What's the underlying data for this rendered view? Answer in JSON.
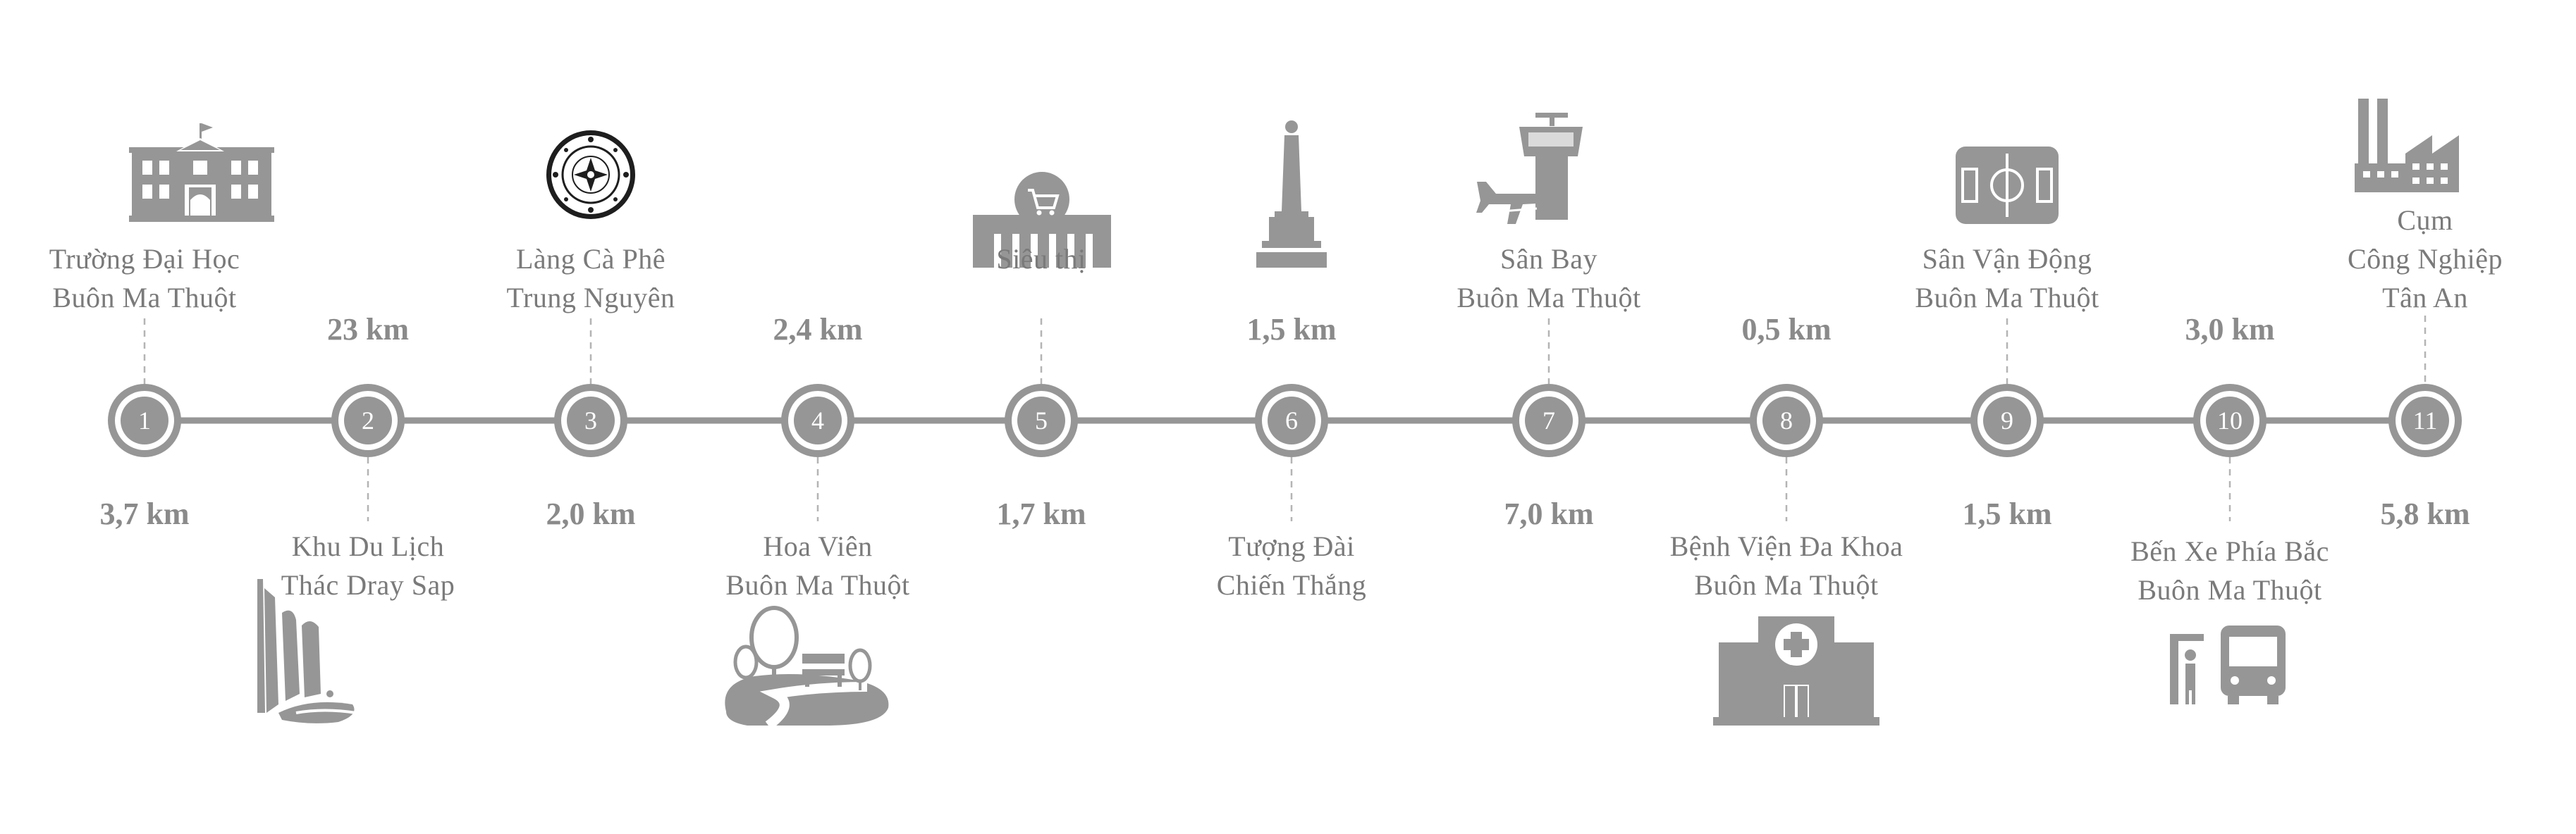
{
  "colors": {
    "primary": "#969696",
    "dark": "#8e8e8e",
    "text": "#7a7a7a",
    "ring_inner": "#ffffff"
  },
  "stops": [
    {
      "number": "1",
      "lines": [
        "Trường Đại Học",
        "Buôn Ma Thuột"
      ],
      "icon": "university-building-icon"
    },
    {
      "number": "2",
      "lines": [
        "Khu Du Lịch",
        "Thác Dray Sap"
      ],
      "icon": "waterfall-icon"
    },
    {
      "number": "3",
      "lines": [
        "Làng Cà Phê",
        "Trung Nguyên"
      ],
      "icon": "coffee-village-logo-icon"
    },
    {
      "number": "4",
      "lines": [
        "Hoa Viên",
        "Buôn Ma Thuột"
      ],
      "icon": "park-icon"
    },
    {
      "number": "5",
      "lines": [
        "Siêu thị"
      ],
      "icon": "supermarket-icon"
    },
    {
      "number": "6",
      "lines": [
        "Tượng Đài",
        "Chiến Thắng"
      ],
      "icon": "victory-monument-icon"
    },
    {
      "number": "7",
      "lines": [
        "Sân Bay",
        "Buôn Ma Thuột"
      ],
      "icon": "airport-tower-icon"
    },
    {
      "number": "8",
      "lines": [
        "Bệnh Viện Đa Khoa",
        "Buôn Ma Thuột"
      ],
      "icon": "hospital-icon"
    },
    {
      "number": "9",
      "lines": [
        "Sân Vận Động",
        "Buôn Ma Thuột"
      ],
      "icon": "stadium-field-icon"
    },
    {
      "number": "10",
      "lines": [
        "Bến Xe Phía Bắc",
        "Buôn Ma Thuột"
      ],
      "icon": "bus-station-icon"
    },
    {
      "number": "11",
      "lines": [
        "Cụm",
        "Công Nghiệp",
        "Tân An"
      ],
      "icon": "factory-icon"
    }
  ],
  "distances_above": [
    "23 km",
    "2,4 km",
    "1,5 km",
    "0,5 km",
    "3,0 km"
  ],
  "distances_below": [
    "3,7 km",
    "2,0 km",
    "1,7 km",
    "7,0 km",
    "1,5 km",
    "5,8 km"
  ]
}
